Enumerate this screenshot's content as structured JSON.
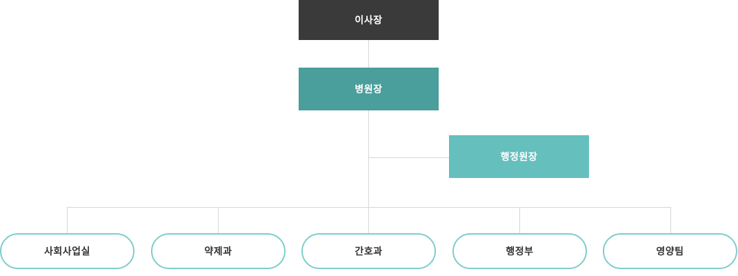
{
  "chart_data": {
    "type": "diagram",
    "title": "",
    "nodes": [
      {
        "id": "chairman",
        "label": "이사장",
        "level": 1,
        "style": "dark"
      },
      {
        "id": "hospital-director",
        "label": "병원장",
        "level": 2,
        "style": "teal-dark"
      },
      {
        "id": "admin-director",
        "label": "행정원장",
        "level": 3,
        "style": "teal-light"
      },
      {
        "id": "social-work",
        "label": "사회사업실",
        "level": 4,
        "style": "outlined"
      },
      {
        "id": "pharmacy",
        "label": "약제과",
        "level": 4,
        "style": "outlined"
      },
      {
        "id": "nursing",
        "label": "간호과",
        "level": 4,
        "style": "outlined"
      },
      {
        "id": "administration",
        "label": "행정부",
        "level": 4,
        "style": "outlined"
      },
      {
        "id": "nutrition",
        "label": "영양팀",
        "level": 4,
        "style": "outlined"
      }
    ],
    "edges": [
      {
        "from": "chairman",
        "to": "hospital-director"
      },
      {
        "from": "hospital-director",
        "to": "admin-director"
      },
      {
        "from": "hospital-director",
        "to": "social-work"
      },
      {
        "from": "hospital-director",
        "to": "pharmacy"
      },
      {
        "from": "hospital-director",
        "to": "nursing"
      },
      {
        "from": "hospital-director",
        "to": "administration"
      },
      {
        "from": "hospital-director",
        "to": "nutrition"
      }
    ],
    "colors": {
      "top_node": "#3a3a3a",
      "level2_node": "#4a9e9b",
      "level3_node": "#65bfbd",
      "leaf_border": "#7ecdcb",
      "leaf_text": "#333333",
      "connector": "#d5d5d5",
      "background": "#ffffff"
    }
  },
  "org": {
    "chairman": {
      "label": "이사장"
    },
    "hospital_director": {
      "label": "병원장"
    },
    "admin_director": {
      "label": "행정원장"
    },
    "departments": [
      {
        "label": "사회사업실"
      },
      {
        "label": "약제과"
      },
      {
        "label": "간호과"
      },
      {
        "label": "행정부"
      },
      {
        "label": "영양팀"
      }
    ]
  }
}
